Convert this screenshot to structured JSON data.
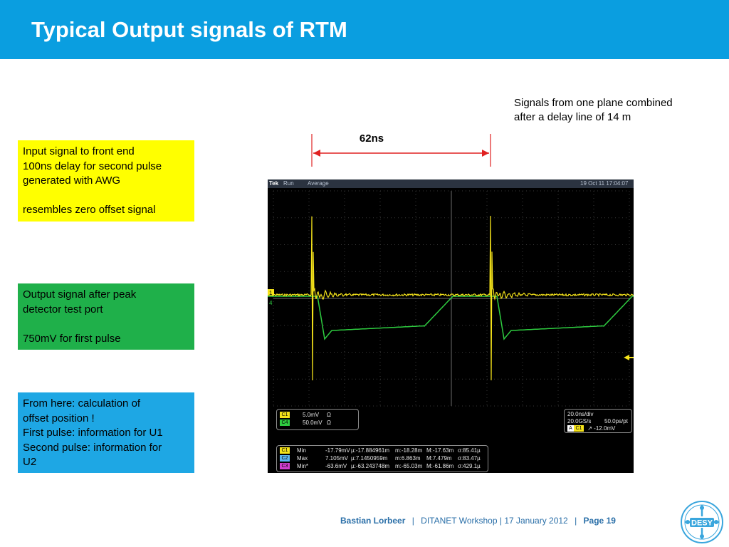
{
  "title": "Typical Output signals of RTM",
  "note": {
    "line1": "Signals from one plane combined",
    "line2": "after a delay line of 14 m"
  },
  "delay_label": "62ns",
  "boxes": {
    "input": [
      "Input signal to front end",
      "100ns delay for second pulse",
      "generated with AWG",
      "",
      "resembles zero offset signal"
    ],
    "output": [
      "Output signal after peak",
      "detector test port",
      "",
      "750mV for first pulse"
    ],
    "calc": [
      "From here: calculation of",
      "offset position !",
      "First pulse: information for U1",
      "Second pulse: information for",
      "U2"
    ]
  },
  "scope": {
    "brand": "Tek",
    "mode": "Run",
    "acq": "Average",
    "timestamp": "19 Oct 11 17:04:07",
    "marker1": "1",
    "marker4": "4",
    "channels": [
      {
        "tag": "C1",
        "scale": "5.0mV",
        "unit": "Ω",
        "color": "#f5e31a"
      },
      {
        "tag": "C4",
        "scale": "50.0mV",
        "unit": "Ω",
        "color": "#2ecc40"
      }
    ],
    "timebase": {
      "div": "20.0ns/div",
      "rate": "20.0GS/s",
      "res": "50.0ps/pt",
      "trig_tag": "A",
      "trig_ch": "C1",
      "trig_level": "↗ -12.0mV"
    },
    "measurements": [
      {
        "tag": "C1",
        "color": "#f5e31a",
        "name": "Min",
        "val": "-17.79mV",
        "mu": "µ:-17.884961m",
        "m": "m:-18.28m",
        "M": "M:-17.63m",
        "sigma": "σ:85.41µ"
      },
      {
        "tag": "C2",
        "color": "#5ab4f0",
        "name": "Max",
        "val": "7.105mV",
        "mu": "µ:7.1450959m",
        "m": "m:6.863m",
        "M": "M:7.479m",
        "sigma": "σ:83.47µ"
      },
      {
        "tag": "C3",
        "color": "#d040d0",
        "name": "Min*",
        "val": "-63.6mV",
        "mu": "µ:-63.243748m",
        "m": "m:-65.03m",
        "M": "M:-61.86m",
        "sigma": "σ:429.1µ"
      }
    ]
  },
  "footer": {
    "author": "Bastian Lorbeer",
    "sep1": "|",
    "event": "DITANET Workshop | 17 January 2012",
    "sep2": "|",
    "page": "Page 19"
  },
  "logo_text": "DESY",
  "colors": {
    "header": "#0a9ee0",
    "box_yellow": "#ffff00",
    "box_green": "#1fb04a",
    "box_blue": "#1ea7e4",
    "arrow": "#e02020"
  }
}
